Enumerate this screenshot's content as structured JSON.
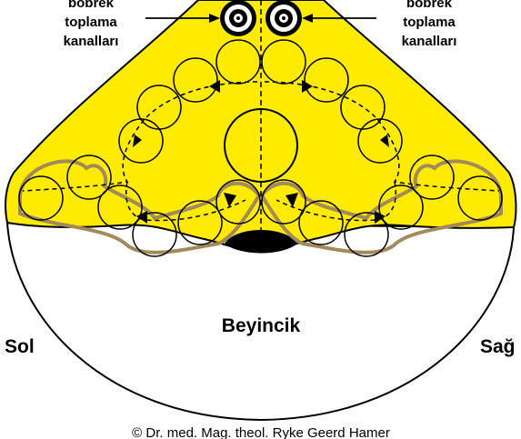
{
  "labels": {
    "left_callout": [
      "böbrek",
      "toplama",
      "kanalları"
    ],
    "right_callout": [
      "böbrek",
      "toplama",
      "kanalları"
    ],
    "side_left": "Sol",
    "side_right": "Sağ",
    "center": "Beyincik",
    "copyright": "© Dr. med. Mag. theol. Ryke Geerd Hamer"
  },
  "colors": {
    "fill": "#ffeb00",
    "outline": "#000000",
    "border_highlight": "#a38a5a",
    "background": "#ffffff"
  }
}
